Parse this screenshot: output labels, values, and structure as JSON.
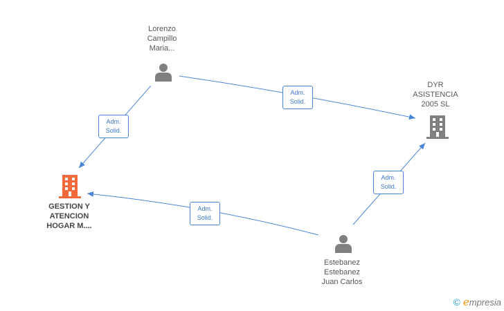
{
  "colors": {
    "edge": "#4a86d8",
    "person": "#808080",
    "company_main": "#f26a3c",
    "company_other": "#808080"
  },
  "nodes": {
    "lorenzo": {
      "lines": [
        "Lorenzo",
        "Campillo",
        "Maria..."
      ],
      "icon": "person-icon"
    },
    "dyr": {
      "lines": [
        "DYR",
        "ASISTENCIA",
        "2005 SL"
      ],
      "icon": "building-icon"
    },
    "gestion": {
      "lines": [
        "GESTION Y",
        "ATENCION",
        "HOGAR M...."
      ],
      "icon": "building-icon"
    },
    "estebanez": {
      "lines": [
        "Estebanez",
        "Estebanez",
        "Juan Carlos"
      ],
      "icon": "person-icon"
    }
  },
  "edges": {
    "lorenzo_gestion": [
      "Adm.",
      "Solid."
    ],
    "lorenzo_dyr": [
      "Adm.",
      "Solid."
    ],
    "estebanez_gestion": [
      "Adm.",
      "Solid."
    ],
    "estebanez_dyr": [
      "Adm.",
      "Solid."
    ]
  },
  "watermark": {
    "copyright": "©",
    "brand_initial": "e",
    "brand_rest": "mpresia"
  }
}
